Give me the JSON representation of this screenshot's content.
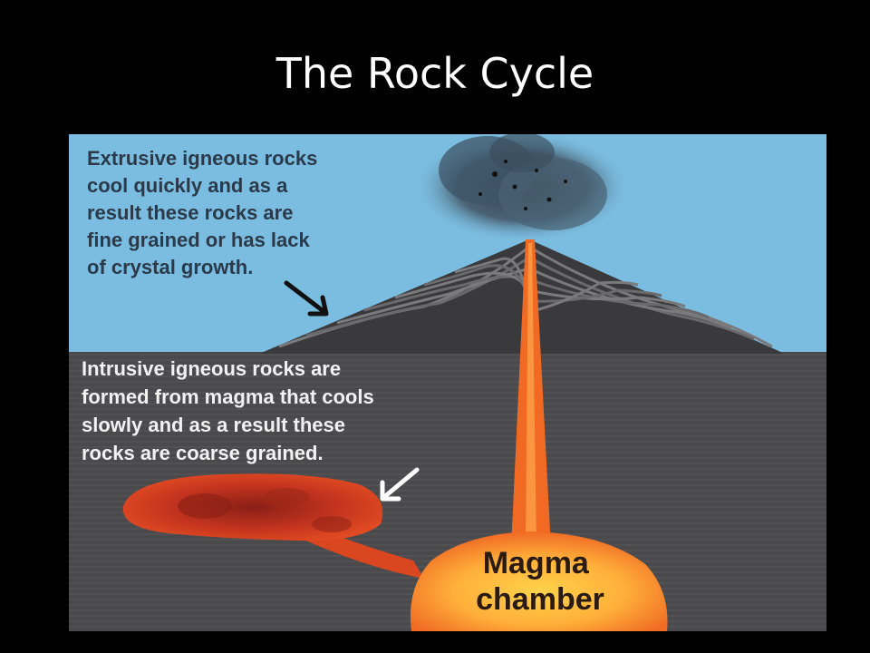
{
  "slide": {
    "title": "The Rock Cycle"
  },
  "diagram": {
    "extrusive_text": [
      "Extrusive igneous rocks",
      "cool quickly and as a",
      "result these rocks are",
      "fine grained or has lack",
      "of crystal growth."
    ],
    "intrusive_text": [
      "Intrusive igneous rocks are",
      "formed from magma that cools",
      "slowly and as a result these",
      "rocks are coarse grained."
    ],
    "chamber_label": [
      "Magma",
      "chamber"
    ],
    "colors": {
      "sky": "#7bbde0",
      "ground": "#4a4a4c",
      "rock_layer_dark": "#2e2e30",
      "rock_layer_light": "#7a7a7c",
      "magma_orange": "#f06a24",
      "magma_yellow": "#ffb03a",
      "intrusion_red": "#b82e1e",
      "ash": "#3a4d5c",
      "text_dark": "#2b3a4a",
      "text_light": "#f2f2f2"
    }
  }
}
